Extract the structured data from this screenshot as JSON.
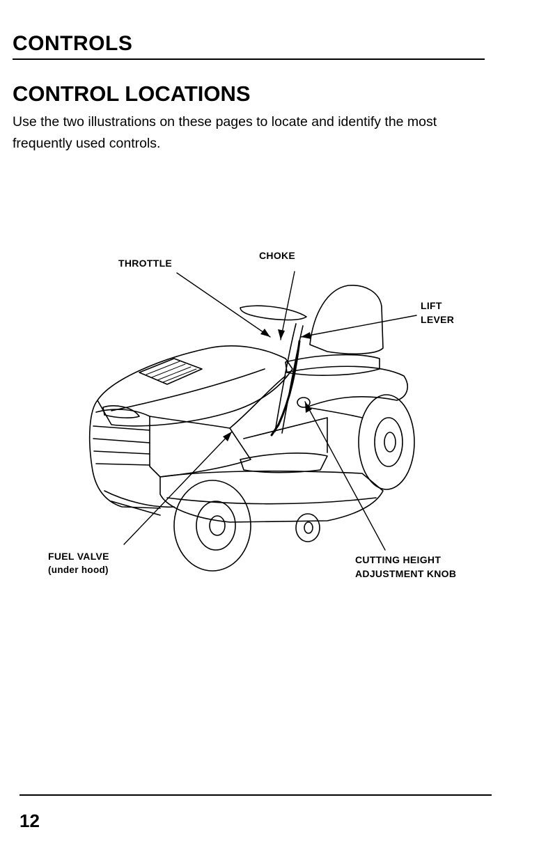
{
  "header": {
    "section_title": "CONTROLS",
    "page_heading": "CONTROL LOCATIONS",
    "intro": "Use the two illustrations on these pages to locate and identify the most frequently used controls."
  },
  "figure": {
    "callouts": {
      "throttle": "THROTTLE",
      "choke": "CHOKE",
      "lift_line1": "LIFT",
      "lift_line2": "LEVER",
      "fuel_line1": "FUEL VALVE",
      "fuel_line2": "(under hood)",
      "cutting_line1": "CUTTING HEIGHT",
      "cutting_line2": "ADJUSTMENT KNOB"
    }
  },
  "footer": {
    "page_number": "12"
  }
}
